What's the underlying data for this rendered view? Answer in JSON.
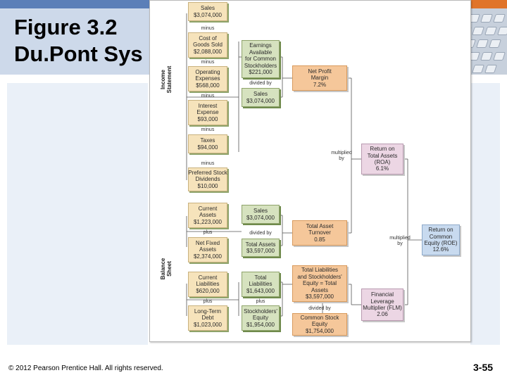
{
  "slide": {
    "title": "Figure 3.2\nDu.Pont Sys",
    "footer_copyright": "© 2012 Pearson Prentice Hall. All rights reserved.",
    "page_number": "3-55"
  },
  "diagram": {
    "section_labels": {
      "income": "Income\nStatement",
      "balance": "Balance\nSheet"
    },
    "income_items": {
      "sales": "Sales\n$3,074,000",
      "cogs": "Cost of\nGoods Sold\n$2,088,000",
      "opex": "Operating\nExpenses\n$568,000",
      "interest": "Interest\nExpense\n$93,000",
      "taxes": "Taxes\n$94,000",
      "pref": "Preferred Stock\nDividends\n$10,000"
    },
    "balance_items": {
      "current_assets": "Current\nAssets\n$1,223,000",
      "net_fixed": "Net Fixed\nAssets\n$2,374,000",
      "current_liab": "Current\nLiabilities\n$620,000",
      "lt_debt": "Long-Term\nDebt\n$1,023,000"
    },
    "middle": {
      "eac": "Earnings\nAvailable\nfor Common\nStockholders\n$221,000",
      "sales2": "Sales\n$3,074,000",
      "sales3": "Sales\n$3,074,000",
      "total_assets": "Total Assets\n$3,597,000",
      "total_liab": "Total\nLiabilities\n$1,643,000",
      "equity": "Stockholders'\nEquity\n$1,954,000"
    },
    "ratios": {
      "npm": "Net Profit\nMargin\n7.2%",
      "tat": "Total Asset\nTurnover\n0.85",
      "tle": "Total Liabilities\nand Stockholders'\nEquity = Total\nAssets\n$3,597,000",
      "cse": "Common Stock\nEquity\n$1,754,000",
      "roa": "Return on\nTotal Assets\n(ROA)\n6.1%",
      "flm": "Financial\nLeverage\nMultiplier (FLM)\n2.06",
      "roe": "Return on\nCommon\nEquity (ROE)\n12.6%"
    },
    "operators": {
      "minus_1": "minus",
      "minus_2": "minus",
      "minus_3": "minus",
      "minus_4": "minus",
      "minus_5": "minus",
      "plus_1": "plus",
      "plus_2": "plus",
      "plus_3": "plus",
      "divided_1": "divided by",
      "divided_2": "divided by",
      "divided_3": "divided by",
      "multiplied_1": "multiplied\nby",
      "multiplied_2": "multiplied\nby"
    }
  },
  "colors": {
    "title_band": "#cdd9ea",
    "tan_box": "#f6e3bb",
    "green_box": "#d6e2bf",
    "orange_box": "#f5c79a",
    "pink_box": "#ecd6e4",
    "blue_box": "#c8daef"
  }
}
